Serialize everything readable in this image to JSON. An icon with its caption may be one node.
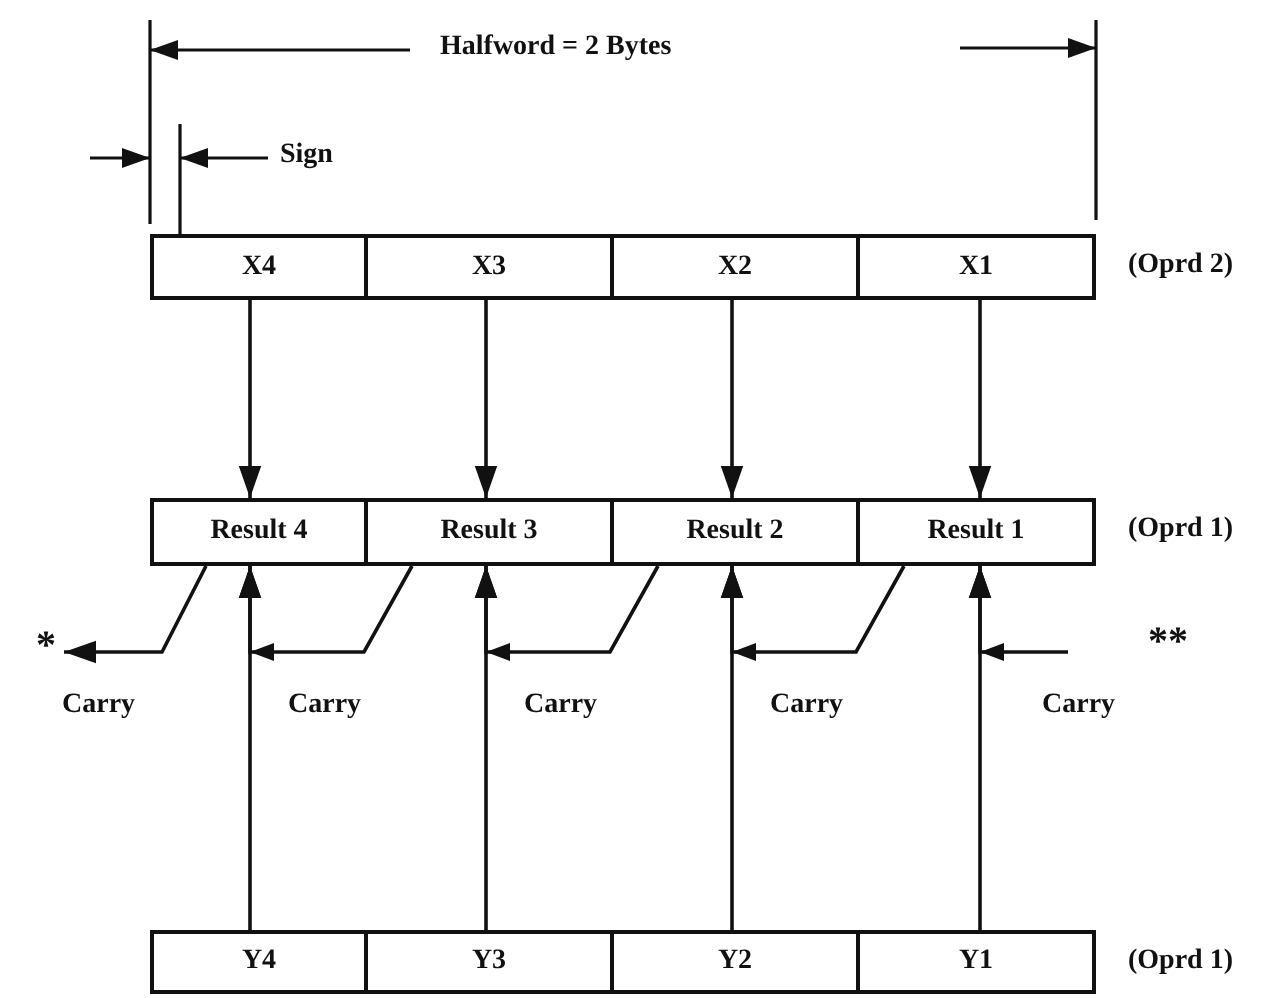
{
  "diagram": {
    "nodes": [
      {
        "text": [
          "X4"
        ]
      },
      {
        "text": [
          "X3"
        ]
      },
      {
        "text": [
          "X2"
        ]
      },
      {
        "text": [
          "X1"
        ]
      },
      {
        "text": [
          "Result 4"
        ]
      },
      {
        "text": [
          "Result 3"
        ]
      },
      {
        "text": [
          "Result 2"
        ]
      },
      {
        "text": [
          "Result 1"
        ]
      },
      {
        "text": [
          "Y4"
        ]
      },
      {
        "text": [
          "Y3"
        ]
      },
      {
        "text": [
          "Y2"
        ]
      },
      {
        "text": [
          "Y1"
        ]
      },
      {
        "text": [
          "*"
        ]
      },
      {
        "text": [
          "**"
        ]
      }
    ],
    "edges": [
      {
        "from": 0,
        "to": 4,
        "arrow": "to"
      },
      {
        "from": 1,
        "to": 5,
        "arrow": "to"
      },
      {
        "from": 2,
        "to": 6,
        "arrow": "to"
      },
      {
        "from": 3,
        "to": 7,
        "arrow": "to"
      },
      {
        "from": 8,
        "to": 4,
        "arrow": "to"
      },
      {
        "from": 9,
        "to": 5,
        "arrow": "to"
      },
      {
        "from": 10,
        "to": 6,
        "arrow": "to"
      },
      {
        "from": 11,
        "to": 7,
        "arrow": "to"
      },
      {
        "from": 4,
        "to": 12,
        "arrow": "to",
        "label": "Carry"
      },
      {
        "from": 5,
        "to": 4,
        "arrow": "to",
        "label": "Carry"
      },
      {
        "from": 6,
        "to": 5,
        "arrow": "to",
        "label": "Carry"
      },
      {
        "from": 7,
        "to": 6,
        "arrow": "to",
        "label": "Carry"
      },
      {
        "from": 13,
        "to": 7,
        "arrow": "to",
        "label": "Carry"
      }
    ],
    "labels": [
      "Halfword = 2 Bytes",
      "Sign",
      "(Oprd 2)",
      "(Oprd 1)",
      "(Oprd 1)"
    ]
  }
}
